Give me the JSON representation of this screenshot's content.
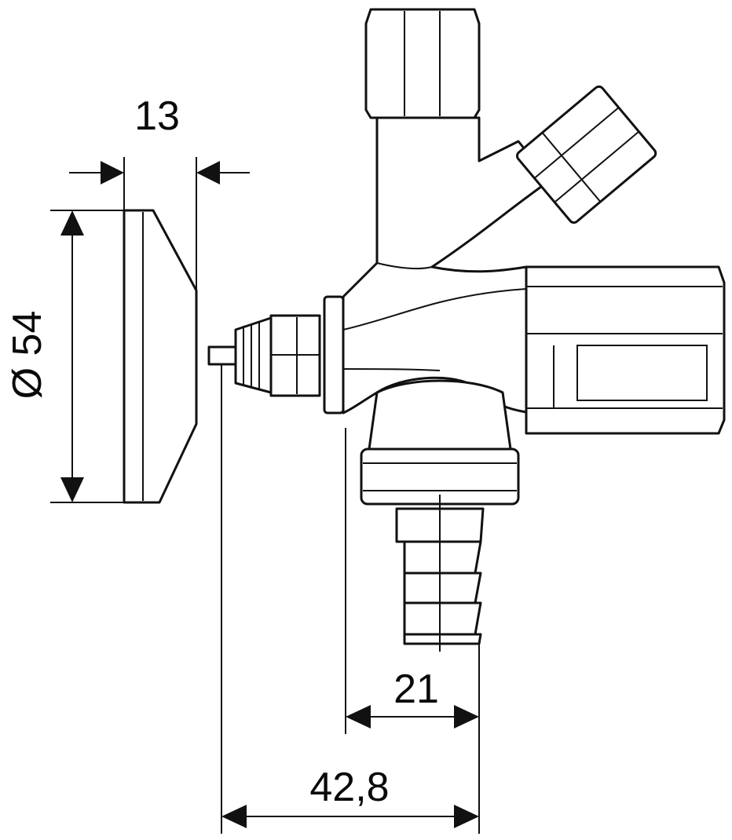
{
  "dimensions": {
    "top_width": "13",
    "diameter": "Ø 54",
    "hose_offset": "21",
    "total_depth": "42,8"
  }
}
